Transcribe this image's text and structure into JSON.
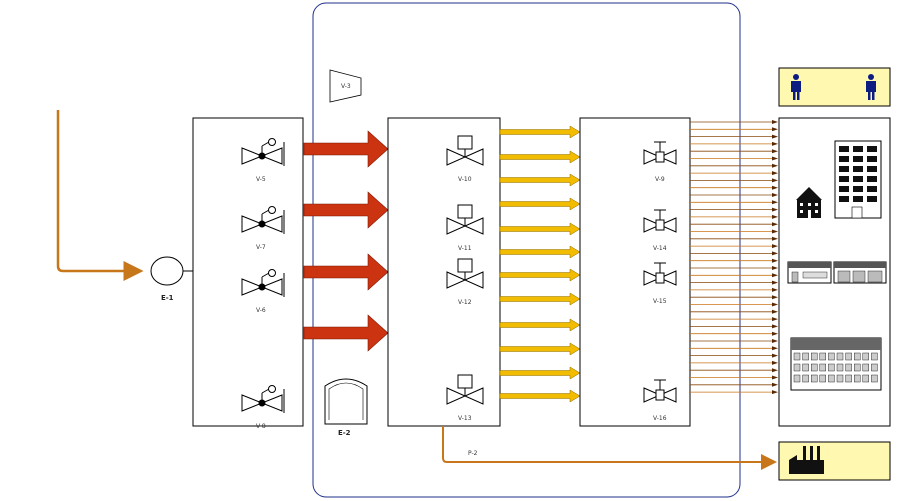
{
  "labels": {
    "e1": "E-1",
    "e2": "E-2",
    "v3": "V-3",
    "v5": "V-5",
    "v6": "V-6",
    "v7": "V-7",
    "v8": "V-8",
    "v9": "V-9",
    "v10": "V-10",
    "v11": "V-11",
    "v12": "V-12",
    "v13": "V-13",
    "v14": "V-14",
    "v15": "V-15",
    "v16": "V-16",
    "p2": "P-2"
  },
  "colors": {
    "supply_pipe": "#c8761a",
    "thick_arrow": "#cc3311",
    "yellow_arrow": "#f2bd00",
    "enclosure_border": "#1f2f8a",
    "yellow_panel": "#fff8b0",
    "person": "#0c1c80"
  }
}
